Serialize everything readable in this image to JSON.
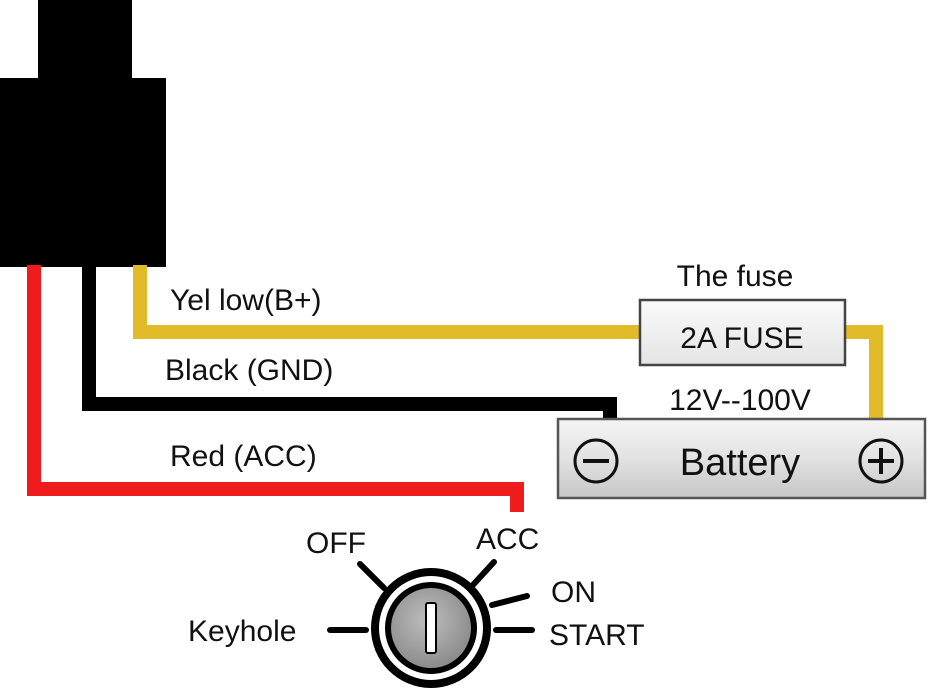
{
  "wires": {
    "yellow_label": "Yel low(B+)",
    "black_label": "Black (GND)",
    "red_label": "Red (ACC)"
  },
  "fuse": {
    "caption": "The fuse",
    "label": "2A FUSE"
  },
  "battery": {
    "voltage": "12V--100V",
    "label": "Battery",
    "negative_symbol": "minus-icon",
    "positive_symbol": "plus-icon"
  },
  "ignition": {
    "off_label": "OFF",
    "acc_label": "ACC",
    "on_label": "ON",
    "start_label": "START",
    "keyhole_label": "Keyhole"
  },
  "colors": {
    "red_wire": "#ee1c1c",
    "black_wire": "#000000",
    "yellow_wire": "#e2bb2b",
    "device": "#000000",
    "battery_fill": "#d9d9d9",
    "fuse_fill": "#f2f2f2",
    "switch_inner": "#a6a6a6"
  }
}
